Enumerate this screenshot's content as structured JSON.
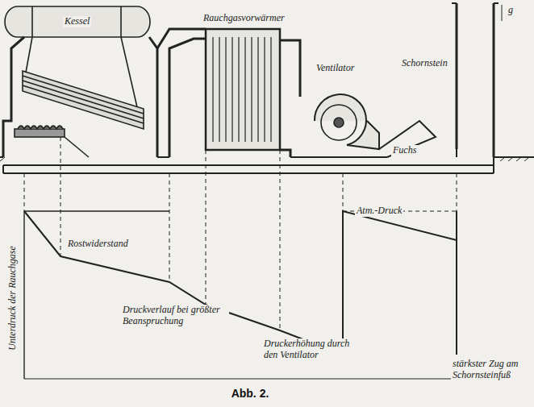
{
  "diagram": {
    "caption": "Abb. 2.",
    "labels": [
      "Kessel",
      "Rauchgasvorwärmer",
      "Ventilator",
      "Schornstein",
      "g",
      "Fuchs",
      "Atm.-Druck",
      "Rostwiderstand",
      "Unterdruck der Rauchgase",
      "Druckverlauf bei größter Beanspruchung",
      "Druckerhöhung durch den Ventilator",
      "stärkster Zug am Schornsteinfuß"
    ]
  }
}
